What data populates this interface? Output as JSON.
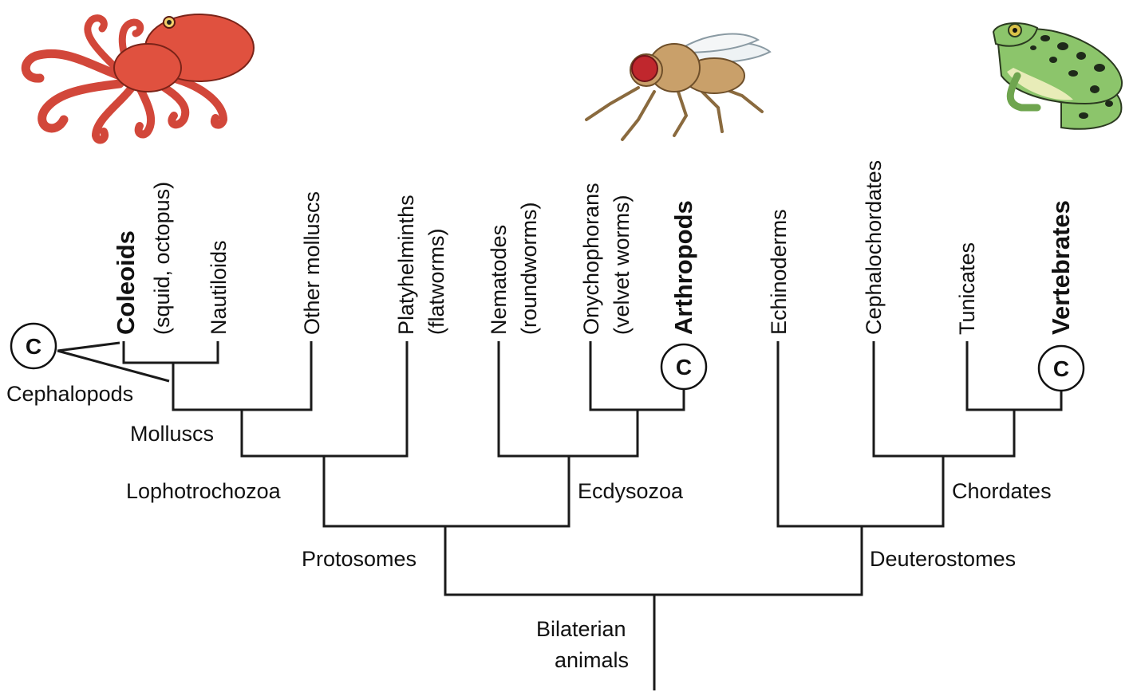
{
  "leaves": {
    "coleoids": "Coleoids",
    "coleoids_sub": "(squid, octopus)",
    "nautiloids": "Nautiloids",
    "other_molluscs": "Other molluscs",
    "platyhelminths": "Platyhelminths",
    "platyhelminths_sub": "(flatworms)",
    "nematodes": "Nematodes",
    "nematodes_sub": "(roundworms)",
    "onychophorans": "Onychophorans",
    "onychophorans_sub": "(velvet worms)",
    "arthropods": "Arthropods",
    "echinoderms": "Echinoderms",
    "cephalochordates": "Cephalochordates",
    "tunicates": "Tunicates",
    "vertebrates": "Vertebrates"
  },
  "clades": {
    "cephalopods": "Cephalopods",
    "molluscs": "Molluscs",
    "lophotrochozoa": "Lophotrochozoa",
    "ecdysozoa": "Ecdysozoa",
    "chordates": "Chordates",
    "protostomes": "Protosomes",
    "deuterostomes": "Deuterostomes",
    "root_line1": "Bilaterian",
    "root_line2": "animals"
  },
  "marker": "C",
  "colors": {
    "octopus": "#e0513f",
    "fly": "#c9a06a",
    "fly_eye": "#c0272d",
    "frog": "#8cc56b",
    "frog_spots": "#1f2a1a"
  }
}
